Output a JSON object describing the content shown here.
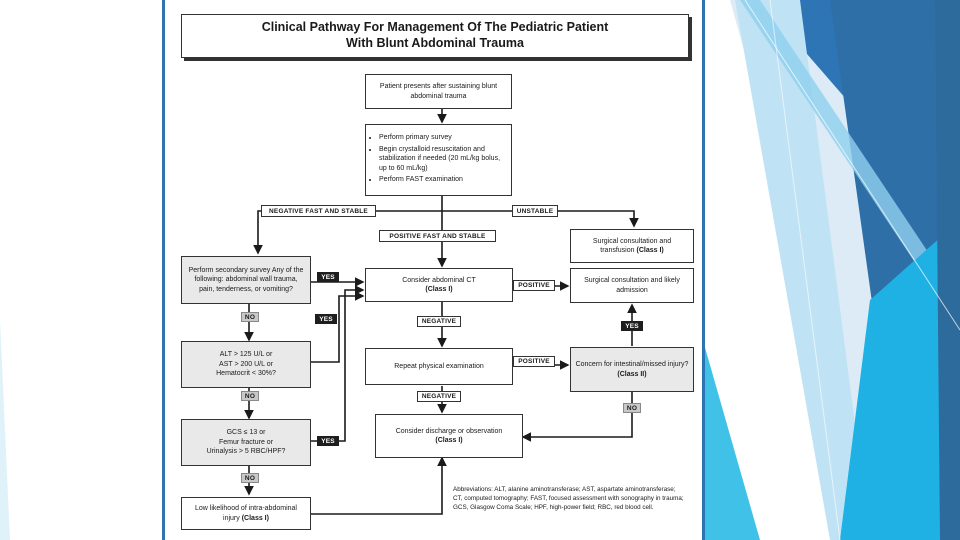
{
  "title": {
    "line1": "Clinical Pathway For Management Of The Pediatric Patient",
    "line2": "With Blunt Abdominal Trauma"
  },
  "nodes": {
    "presents": "Patient presents after sustaining blunt abdominal trauma",
    "primary": [
      "Perform primary survey",
      "Begin crystalloid resuscitation and stabilization if needed (20 mL/kg bolus, up to 60 mL/kg)",
      "Perform FAST examination"
    ],
    "surgical_transfusion": {
      "text": "Surgical consultation and transfusion",
      "class": "(Class I)"
    },
    "secondary": "Perform secondary survey Any of the following: abdominal wall trauma, pain, tenderness, or vomiting?",
    "consider_ct": {
      "text": "Consider abdominal CT",
      "class": "(Class I)"
    },
    "surgical_admission": "Surgical consultation and likely admission",
    "alt_ast": {
      "line1": "ALT > 125 U/L or",
      "line2": "AST > 200 U/L or",
      "line3": "Hematocrit < 30%?"
    },
    "repeat_exam": "Repeat physical examination",
    "concern": {
      "text": "Concern for intestinal/missed injury?",
      "class": "(Class II)"
    },
    "gcs": {
      "line1": "GCS ≤ 13 or",
      "line2": "Femur fracture or",
      "line3": "Urinalysis > 5 RBC/HPF?"
    },
    "discharge": {
      "text": "Consider discharge or observation",
      "class": "(Class I)"
    },
    "low_likelihood": {
      "text": "Low likelihood of intra-abdominal injury",
      "class": "(Class I)"
    }
  },
  "labels": {
    "negative_fast": "NEGATIVE FAST AND STABLE",
    "unstable": "UNSTABLE",
    "positive_fast": "POSITIVE FAST AND STABLE",
    "yes": "YES",
    "no": "NO",
    "positive": "POSITIVE",
    "negative": "NEGATIVE"
  },
  "abbreviations": "Abbreviations: ALT, alanine aminotransferase; AST, aspartate aminotransferase; CT, computed tomography; FAST, focused assessment with sonography in trauma; GCS, Glasgow Coma Scale; HPF, high-power field; RBC, red blood cell.",
  "theme": {
    "accent": "#2e74b5",
    "light_blue": "#9ed3ee",
    "dark_blue": "#1f6fa8"
  }
}
